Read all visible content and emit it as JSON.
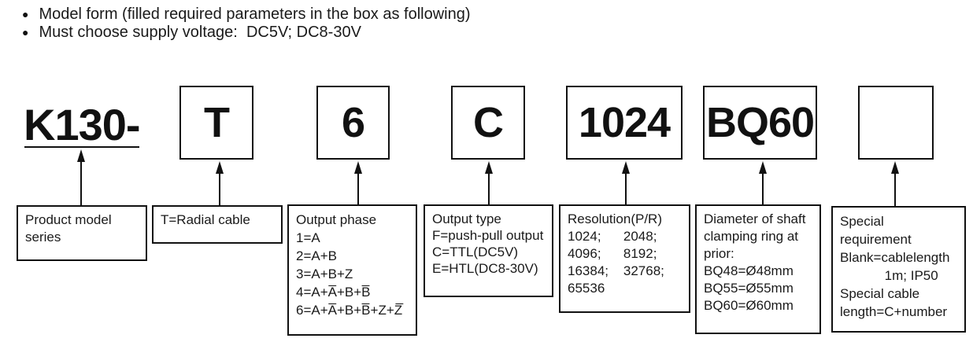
{
  "bullets": [
    "Model form (filled required parameters in the box as following)",
    "Must choose supply voltage:  DC5V; DC8-30V"
  ],
  "icons": {
    "bullet": "●"
  },
  "code": {
    "prefix": "K130-",
    "boxes": [
      "T",
      "6",
      "C",
      "1024",
      "BQ60",
      ""
    ]
  },
  "descriptions": [
    {
      "lines": [
        "Product model",
        "series"
      ]
    },
    {
      "lines": [
        "T=Radial cable"
      ]
    },
    {
      "lines": [
        "Output phase",
        "1=A",
        "2=A+B",
        "3=A+B+Z",
        "4=A+A̅+B+B̅",
        "6=A+A̅+B+B̅+Z+Z̅"
      ]
    },
    {
      "lines": [
        "Output type",
        "F=push-pull output",
        "C=TTL(DC5V)",
        "E=HTL(DC8-30V)"
      ]
    },
    {
      "lines": [
        "Resolution(P/R)",
        "1024;      2048;",
        "4096;      8192;",
        "16384;    32768;",
        "65536"
      ]
    },
    {
      "lines": [
        "Diameter of shaft",
        "clamping ring at",
        "prior:",
        "BQ48=Ø48mm",
        "BQ55=Ø55mm",
        "BQ60=Ø60mm"
      ]
    },
    {
      "lines": [
        "Special",
        "requirement",
        "Blank=cablelength",
        "            1m; IP50",
        "Special cable",
        "length=C+number"
      ]
    }
  ]
}
